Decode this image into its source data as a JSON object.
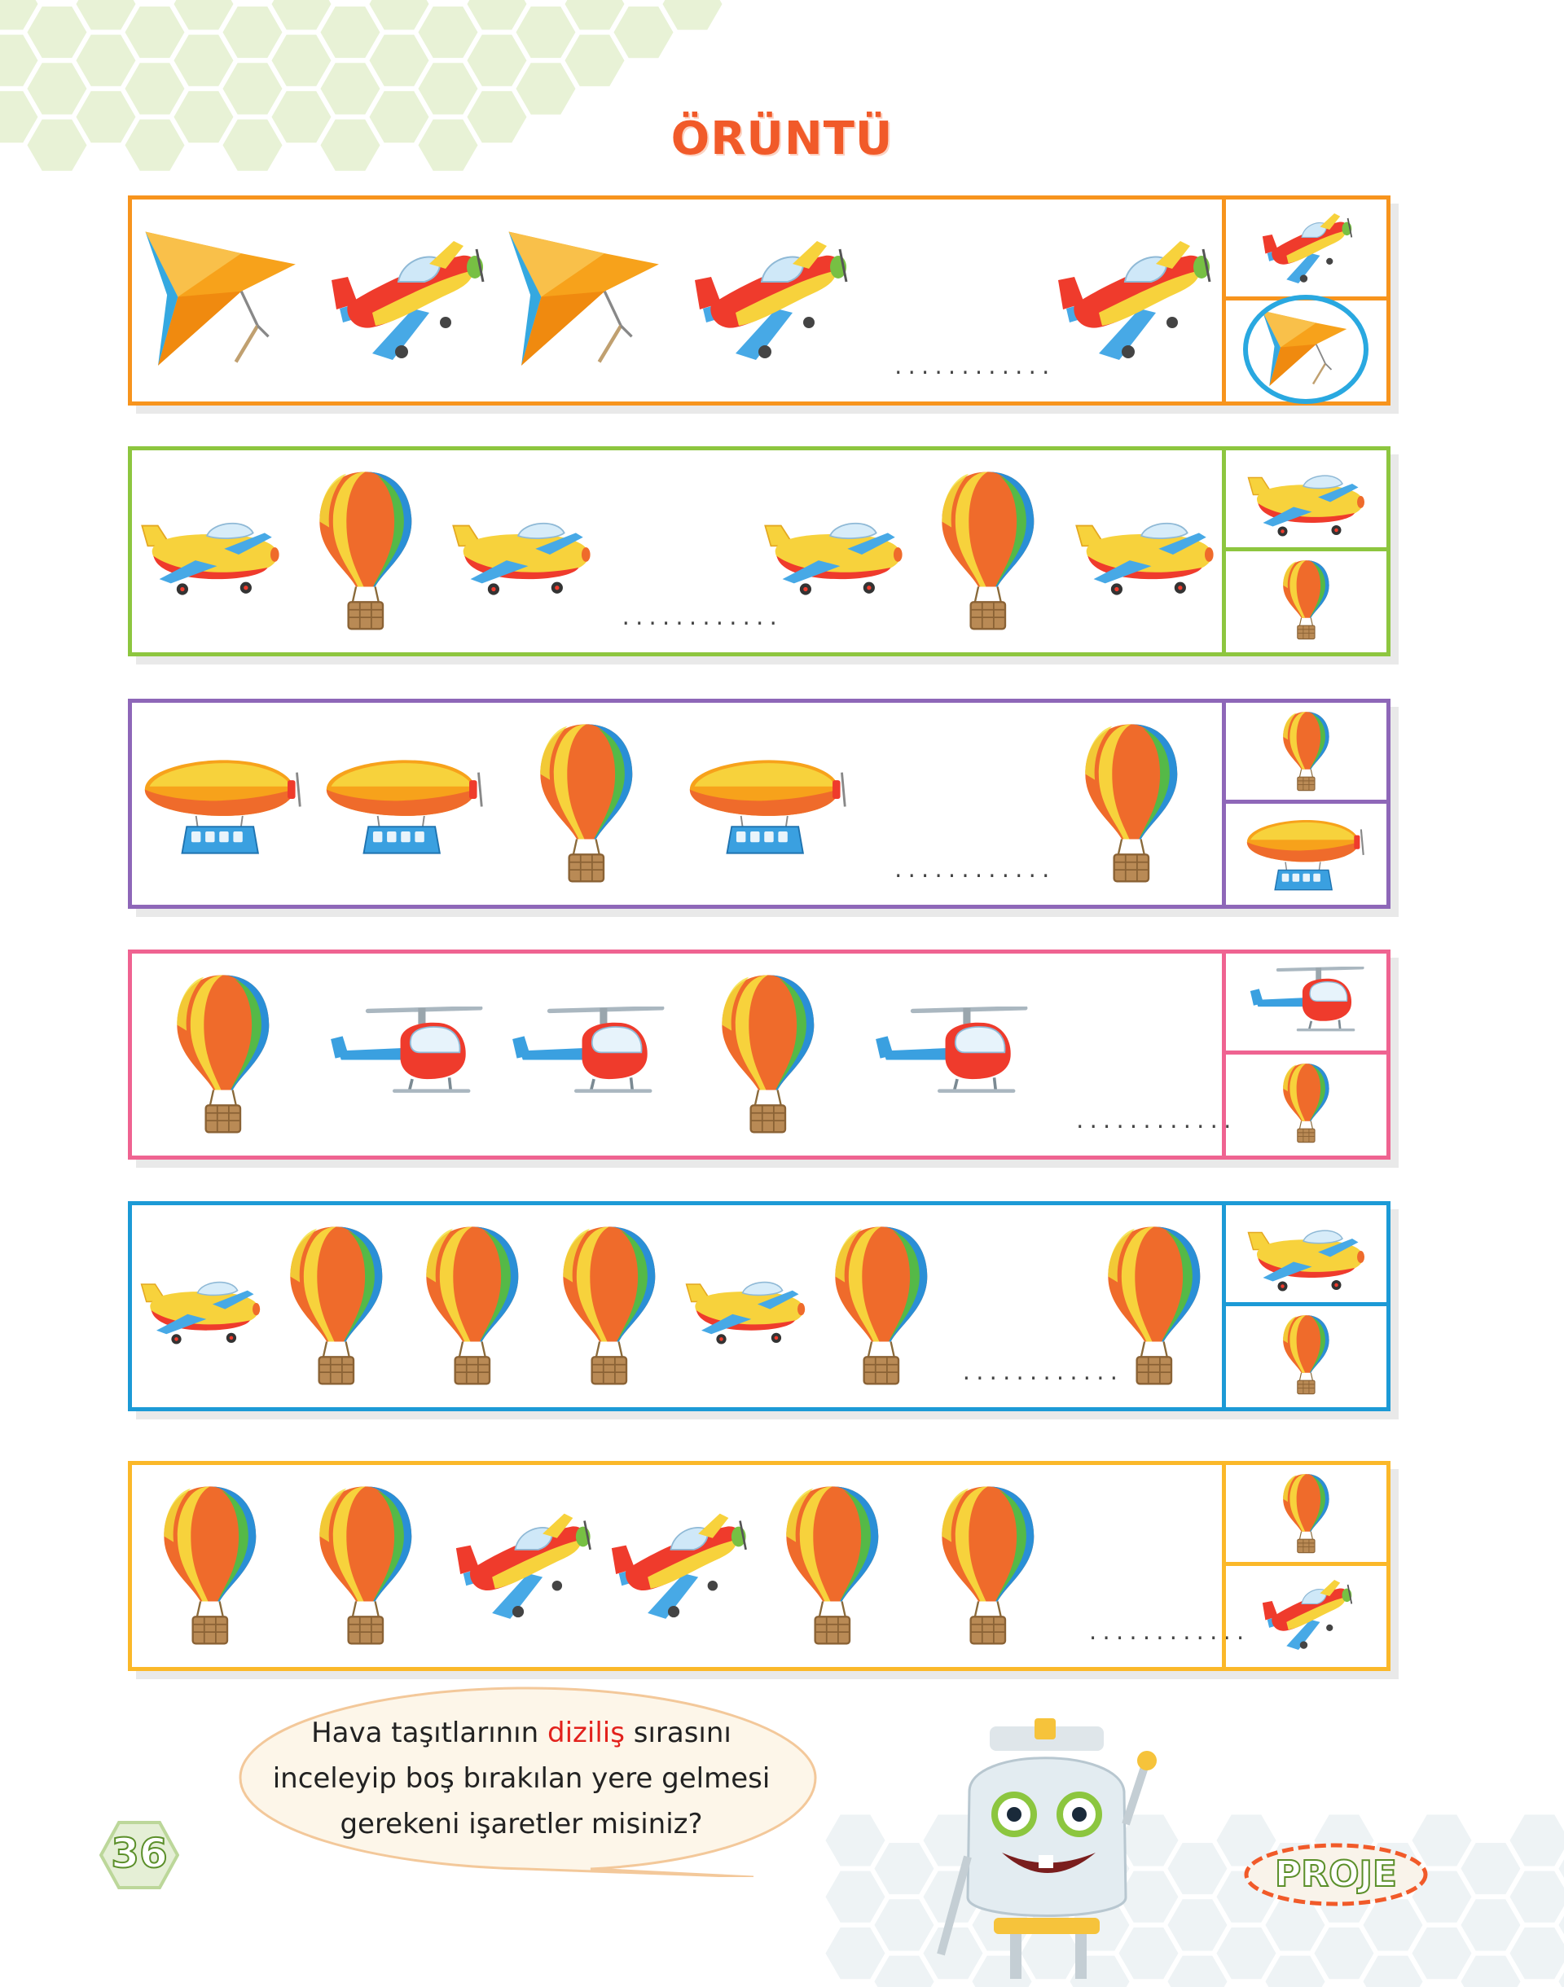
{
  "page": {
    "title": "ÖRÜNTÜ",
    "page_number": "36",
    "badge": "PROJE"
  },
  "instruction": {
    "before": "Hava taşıtlarının ",
    "highlight": "diziliş",
    "after": " sırasını inceleyip boş bırakılan yere gelmesi gerekeni işaretler misiniz?"
  },
  "blank_marker": "............",
  "rows": [
    {
      "color": "#f7941d",
      "sequence": [
        "hang-glider-icon",
        "jet-plane-icon",
        "hang-glider-icon",
        "jet-plane-icon",
        "blank",
        "jet-plane-icon"
      ],
      "options": [
        "jet-plane-icon",
        "hang-glider-icon"
      ],
      "selected_option": 2
    },
    {
      "color": "#8dc63f",
      "sequence": [
        "passenger-plane-icon",
        "balloon-icon",
        "passenger-plane-icon",
        "blank",
        "passenger-plane-icon",
        "balloon-icon",
        "passenger-plane-icon"
      ],
      "options": [
        "passenger-plane-icon",
        "balloon-icon"
      ],
      "selected_option": 0
    },
    {
      "color": "#8e67b8",
      "sequence": [
        "airship-icon",
        "airship-icon",
        "balloon-icon",
        "airship-icon",
        "blank",
        "balloon-icon"
      ],
      "options": [
        "balloon-icon",
        "airship-icon"
      ],
      "selected_option": 0
    },
    {
      "color": "#ef6391",
      "sequence": [
        "balloon-icon",
        "helicopter-icon",
        "helicopter-icon",
        "balloon-icon",
        "helicopter-icon",
        "blank"
      ],
      "options": [
        "helicopter-icon",
        "balloon-icon"
      ],
      "selected_option": 0
    },
    {
      "color": "#1c9ad6",
      "sequence": [
        "passenger-plane-icon",
        "balloon-icon",
        "balloon-icon",
        "balloon-icon",
        "passenger-plane-icon",
        "balloon-icon",
        "blank",
        "balloon-icon"
      ],
      "options": [
        "passenger-plane-icon",
        "balloon-icon"
      ],
      "selected_option": 0
    },
    {
      "color": "#fbb829",
      "sequence": [
        "balloon-icon",
        "balloon-icon",
        "jet-plane-icon",
        "jet-plane-icon",
        "balloon-icon",
        "balloon-icon",
        "blank"
      ],
      "options": [
        "balloon-icon",
        "jet-plane-icon"
      ],
      "selected_option": 0
    }
  ]
}
